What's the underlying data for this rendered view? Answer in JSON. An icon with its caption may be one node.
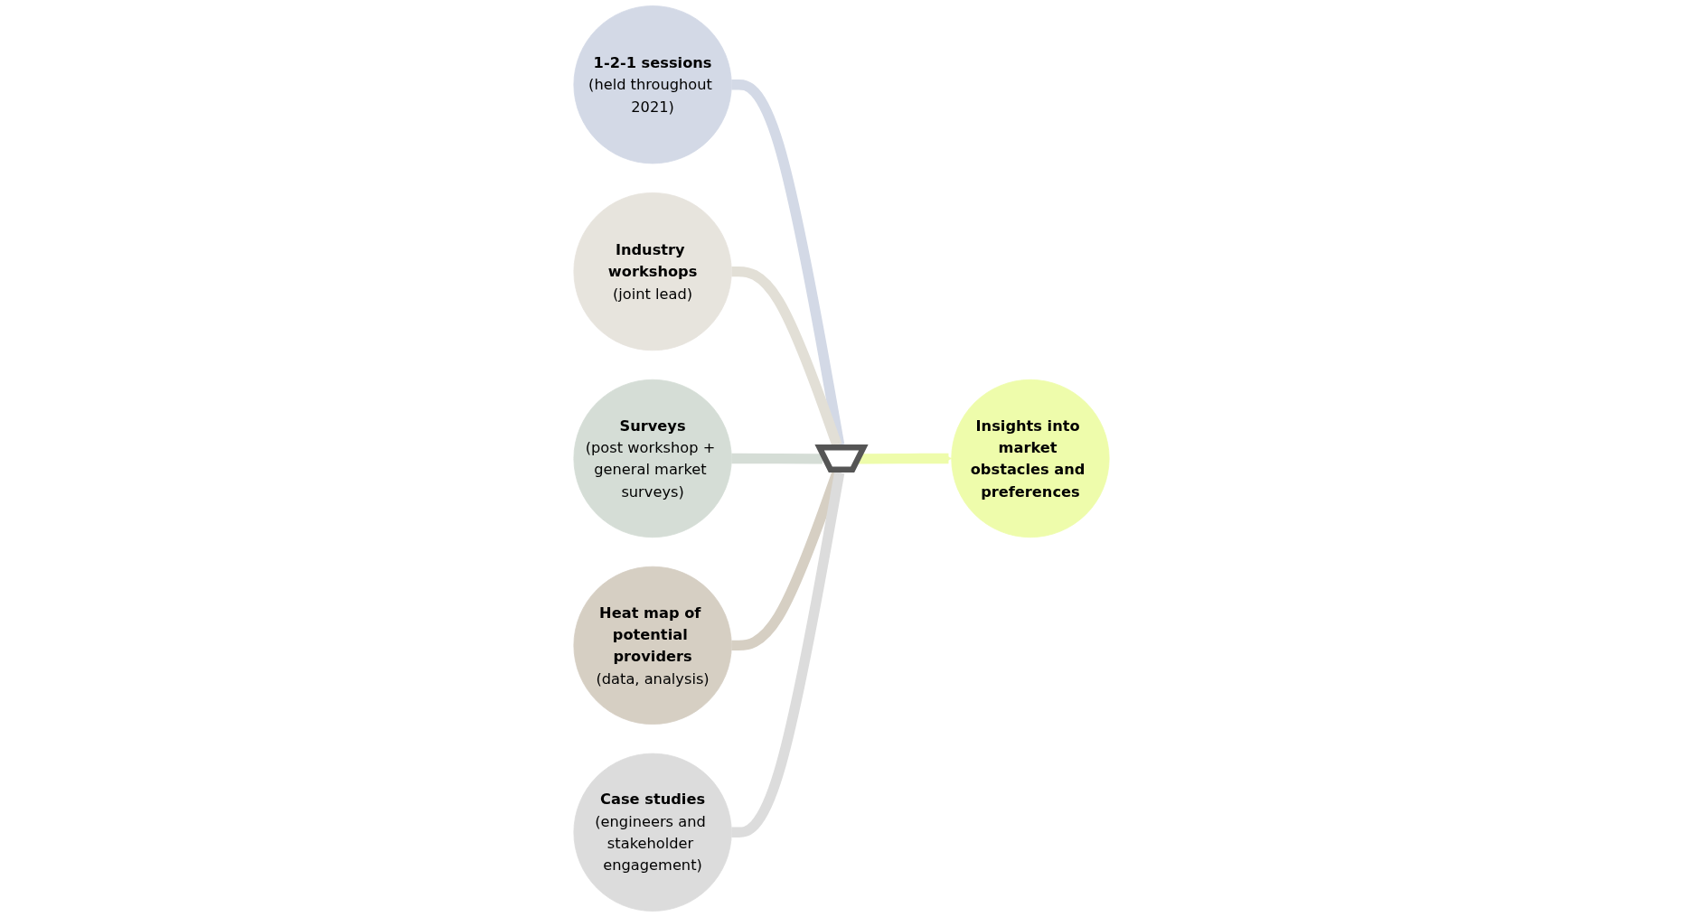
{
  "diagram": {
    "nodes": [
      {
        "text": [
          "1-2-1 sessions",
          "(held throughout 2021)"
        ]
      },
      {
        "text": [
          "Industry workshops",
          "(joint lead)"
        ]
      },
      {
        "text": [
          "Surveys",
          "(post workshop + general market surveys)"
        ]
      },
      {
        "text": [
          "Heat map of potential providers",
          "(data, analysis)"
        ]
      },
      {
        "text": [
          "Case studies",
          "(engineers and stakeholder engagement)"
        ]
      },
      {
        "text": [],
        "shape": "funnel"
      },
      {
        "text": [
          "Insights into market obstacles and preferences"
        ]
      }
    ],
    "edges": [
      {
        "from": 0,
        "to": 5,
        "arrow": "to",
        "color": "#d3d9e6"
      },
      {
        "from": 1,
        "to": 5,
        "arrow": "to",
        "color": "#e2dfd6"
      },
      {
        "from": 2,
        "to": 5,
        "arrow": "to",
        "color": "#d5ddd6"
      },
      {
        "from": 3,
        "to": 5,
        "arrow": "to",
        "color": "#d6cfc3"
      },
      {
        "from": 4,
        "to": 5,
        "arrow": "to",
        "color": "#dcdcdc"
      },
      {
        "from": 5,
        "to": 6,
        "arrow": "to",
        "color": "#eefcab"
      }
    ]
  }
}
